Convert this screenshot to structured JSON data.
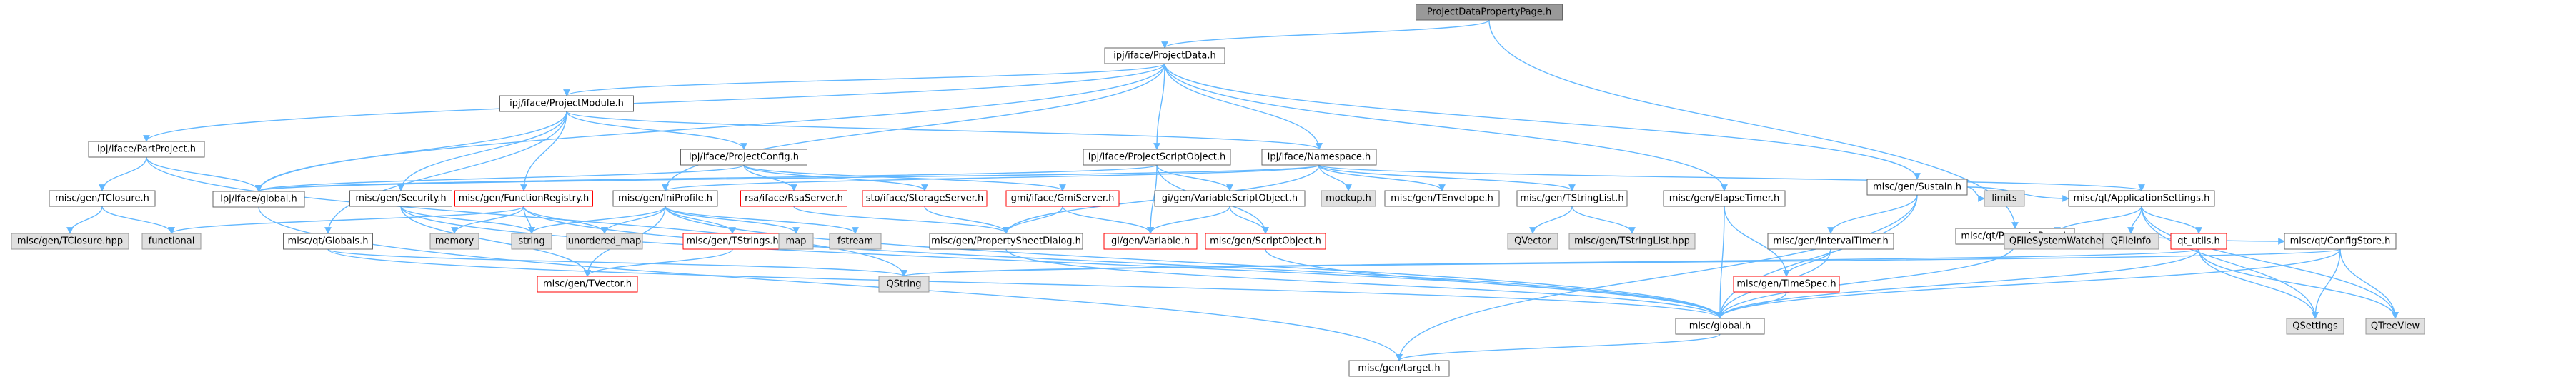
{
  "colors": {
    "root_fill": "#999999",
    "root_border": "#666666",
    "normal_fill": "#ffffff",
    "normal_border": "#666666",
    "normal_text": "#000000",
    "external_fill": "#e0e0e0",
    "external_border": "#999999",
    "truncated_border": "#ff0000",
    "edge": "#63b8ff"
  },
  "nodes": [
    {
      "id": "n_root",
      "label": "ProjectDataPropertyPage.h",
      "kind": "root"
    },
    {
      "id": "n_projectdata",
      "label": "ipj/iface/ProjectData.h",
      "kind": "normal"
    },
    {
      "id": "n_partproject",
      "label": "ipj/iface/PartProject.h",
      "kind": "normal"
    },
    {
      "id": "n_projectmodule",
      "label": "ipj/iface/ProjectModule.h",
      "kind": "normal"
    },
    {
      "id": "n_sustain",
      "label": "misc/gen/Sustain.h",
      "kind": "normal"
    },
    {
      "id": "n_qtproppage",
      "label": "misc/qt/PropertyPage.h",
      "kind": "normal"
    },
    {
      "id": "n_tclosure",
      "label": "misc/gen/TClosure.h",
      "kind": "normal"
    },
    {
      "id": "n_global_ipj",
      "label": "ipj/iface/global.h",
      "kind": "normal"
    },
    {
      "id": "n_security",
      "label": "misc/gen/Security.h",
      "kind": "normal"
    },
    {
      "id": "n_funcreg",
      "label": "misc/gen/FunctionRegistry.h",
      "kind": "truncated"
    },
    {
      "id": "n_projconfig",
      "label": "ipj/iface/ProjectConfig.h",
      "kind": "normal"
    },
    {
      "id": "n_projscript",
      "label": "ipj/iface/ProjectScriptObject.h",
      "kind": "normal"
    },
    {
      "id": "n_namespace",
      "label": "ipj/iface/Namespace.h",
      "kind": "normal"
    },
    {
      "id": "n_tclosurehpp",
      "label": "misc/gen/TClosure.hpp",
      "kind": "external"
    },
    {
      "id": "n_functional",
      "label": "functional",
      "kind": "external"
    },
    {
      "id": "n_qtglobals",
      "label": "misc/qt/Globals.h",
      "kind": "normal"
    },
    {
      "id": "n_memory",
      "label": "memory",
      "kind": "external"
    },
    {
      "id": "n_string",
      "label": "string",
      "kind": "external"
    },
    {
      "id": "n_unordered",
      "label": "unordered_map",
      "kind": "external"
    },
    {
      "id": "n_iniprofile",
      "label": "misc/gen/IniProfile.h",
      "kind": "normal"
    },
    {
      "id": "n_rsaserver",
      "label": "rsa/iface/RsaServer.h",
      "kind": "truncated"
    },
    {
      "id": "n_stoserver",
      "label": "sto/iface/StorageServer.h",
      "kind": "truncated"
    },
    {
      "id": "n_gmiserver",
      "label": "gmi/iface/GmiServer.h",
      "kind": "truncated"
    },
    {
      "id": "n_varscript",
      "label": "gi/gen/VariableScriptObject.h",
      "kind": "normal"
    },
    {
      "id": "n_mockup",
      "label": "mockup.h",
      "kind": "external"
    },
    {
      "id": "n_tenvelope",
      "label": "misc/gen/TEnvelope.h",
      "kind": "normal"
    },
    {
      "id": "n_tstringlist",
      "label": "misc/gen/TStringList.h",
      "kind": "normal"
    },
    {
      "id": "n_elapsetimer",
      "label": "misc/gen/ElapseTimer.h",
      "kind": "normal"
    },
    {
      "id": "n_intervaltimer",
      "label": "misc/gen/IntervalTimer.h",
      "kind": "normal"
    },
    {
      "id": "n_limits",
      "label": "limits",
      "kind": "external"
    },
    {
      "id": "n_appsettings",
      "label": "misc/qt/ApplicationSettings.h",
      "kind": "normal"
    },
    {
      "id": "n_tstrings",
      "label": "misc/gen/TStrings.h",
      "kind": "truncated"
    },
    {
      "id": "n_map",
      "label": "map",
      "kind": "external"
    },
    {
      "id": "n_fstream",
      "label": "fstream",
      "kind": "external"
    },
    {
      "id": "n_propsheet",
      "label": "misc/gen/PropertySheetDialog.h",
      "kind": "normal"
    },
    {
      "id": "n_givariable",
      "label": "gi/gen/Variable.h",
      "kind": "truncated"
    },
    {
      "id": "n_scriptobject",
      "label": "misc/gen/ScriptObject.h",
      "kind": "truncated"
    },
    {
      "id": "n_qvector",
      "label": "QVector",
      "kind": "external"
    },
    {
      "id": "n_tstringlisthpp",
      "label": "misc/gen/TStringList.hpp",
      "kind": "external"
    },
    {
      "id": "n_timespec",
      "label": "misc/gen/TimeSpec.h",
      "kind": "truncated"
    },
    {
      "id": "n_qfswatcher",
      "label": "QFileSystemWatcher",
      "kind": "external"
    },
    {
      "id": "n_qfileinfo",
      "label": "QFileInfo",
      "kind": "external"
    },
    {
      "id": "n_qtutils",
      "label": "qt_utils.h",
      "kind": "truncated"
    },
    {
      "id": "n_configstore",
      "label": "misc/qt/ConfigStore.h",
      "kind": "normal"
    },
    {
      "id": "n_tvector",
      "label": "misc/gen/TVector.h",
      "kind": "truncated"
    },
    {
      "id": "n_qstring",
      "label": "QString",
      "kind": "external"
    },
    {
      "id": "n_miscglobal",
      "label": "misc/global.h",
      "kind": "normal"
    },
    {
      "id": "n_qsettings",
      "label": "QSettings",
      "kind": "external"
    },
    {
      "id": "n_qtreeview",
      "label": "QTreeView",
      "kind": "external"
    },
    {
      "id": "n_target",
      "label": "misc/gen/target.h",
      "kind": "normal"
    }
  ],
  "edges": [
    [
      "n_root",
      "n_projectdata"
    ],
    [
      "n_root",
      "n_qtproppage"
    ],
    [
      "n_projectdata",
      "n_partproject"
    ],
    [
      "n_projectdata",
      "n_projectmodule"
    ],
    [
      "n_projectdata",
      "n_global_ipj"
    ],
    [
      "n_projectdata",
      "n_projscript"
    ],
    [
      "n_projectdata",
      "n_namespace"
    ],
    [
      "n_projectdata",
      "n_sustain"
    ],
    [
      "n_projectdata",
      "n_iniprofile"
    ],
    [
      "n_projectdata",
      "n_elapsetimer"
    ],
    [
      "n_partproject",
      "n_tclosure"
    ],
    [
      "n_partproject",
      "n_global_ipj"
    ],
    [
      "n_partproject",
      "n_qstring"
    ],
    [
      "n_tclosure",
      "n_tclosurehpp"
    ],
    [
      "n_tclosure",
      "n_functional"
    ],
    [
      "n_projectmodule",
      "n_global_ipj"
    ],
    [
      "n_projectmodule",
      "n_security"
    ],
    [
      "n_projectmodule",
      "n_funcreg"
    ],
    [
      "n_projectmodule",
      "n_projconfig"
    ],
    [
      "n_projectmodule",
      "n_namespace"
    ],
    [
      "n_projectmodule",
      "n_qtglobals"
    ],
    [
      "n_global_ipj",
      "n_target"
    ],
    [
      "n_security",
      "n_string"
    ],
    [
      "n_security",
      "n_miscglobal"
    ],
    [
      "n_security",
      "n_tvector"
    ],
    [
      "n_funcreg",
      "n_functional"
    ],
    [
      "n_funcreg",
      "n_memory"
    ],
    [
      "n_funcreg",
      "n_string"
    ],
    [
      "n_funcreg",
      "n_unordered"
    ],
    [
      "n_funcreg",
      "n_miscglobal"
    ],
    [
      "n_projconfig",
      "n_global_ipj"
    ],
    [
      "n_projconfig",
      "n_rsaserver"
    ],
    [
      "n_projconfig",
      "n_stoserver"
    ],
    [
      "n_projconfig",
      "n_gmiserver"
    ],
    [
      "n_qtglobals",
      "n_qstring"
    ],
    [
      "n_qtglobals",
      "n_miscglobal"
    ],
    [
      "n_projscript",
      "n_global_ipj"
    ],
    [
      "n_projscript",
      "n_varscript"
    ],
    [
      "n_projscript",
      "n_scriptobject"
    ],
    [
      "n_projscript",
      "n_givariable"
    ],
    [
      "n_namespace",
      "n_global_ipj"
    ],
    [
      "n_namespace",
      "n_iniprofile"
    ],
    [
      "n_namespace",
      "n_mockup"
    ],
    [
      "n_namespace",
      "n_tenvelope"
    ],
    [
      "n_namespace",
      "n_tstringlist"
    ],
    [
      "n_namespace",
      "n_propsheet"
    ],
    [
      "n_namespace",
      "n_appsettings"
    ],
    [
      "n_iniprofile",
      "n_string"
    ],
    [
      "n_iniprofile",
      "n_unordered"
    ],
    [
      "n_iniprofile",
      "n_tstrings"
    ],
    [
      "n_iniprofile",
      "n_map"
    ],
    [
      "n_iniprofile",
      "n_fstream"
    ],
    [
      "n_iniprofile",
      "n_tvector"
    ],
    [
      "n_iniprofile",
      "n_miscglobal"
    ],
    [
      "n_tstrings",
      "n_tvector"
    ],
    [
      "n_rsaserver",
      "n_propsheet"
    ],
    [
      "n_stoserver",
      "n_propsheet"
    ],
    [
      "n_gmiserver",
      "n_propsheet"
    ],
    [
      "n_gmiserver",
      "n_givariable"
    ],
    [
      "n_varscript",
      "n_givariable"
    ],
    [
      "n_varscript",
      "n_scriptobject"
    ],
    [
      "n_scriptobject",
      "n_miscglobal"
    ],
    [
      "n_propsheet",
      "n_miscglobal"
    ],
    [
      "n_tstringlist",
      "n_qvector"
    ],
    [
      "n_tstringlist",
      "n_tstringlisthpp"
    ],
    [
      "n_sustain",
      "n_intervaltimer"
    ],
    [
      "n_sustain",
      "n_limits"
    ],
    [
      "n_sustain",
      "n_miscglobal"
    ],
    [
      "n_sustain",
      "n_target"
    ],
    [
      "n_sustain",
      "n_appsettings"
    ],
    [
      "n_elapsetimer",
      "n_timespec"
    ],
    [
      "n_elapsetimer",
      "n_miscglobal"
    ],
    [
      "n_intervaltimer",
      "n_timespec"
    ],
    [
      "n_intervaltimer",
      "n_miscglobal"
    ],
    [
      "n_timespec",
      "n_miscglobal"
    ],
    [
      "n_appsettings",
      "n_qfswatcher"
    ],
    [
      "n_appsettings",
      "n_qfileinfo"
    ],
    [
      "n_appsettings",
      "n_qtutils"
    ],
    [
      "n_appsettings",
      "n_qsettings"
    ],
    [
      "n_appsettings",
      "n_qtreeview"
    ],
    [
      "n_qtutils",
      "n_qstring"
    ],
    [
      "n_qtutils",
      "n_miscglobal"
    ],
    [
      "n_qtutils",
      "n_qsettings"
    ],
    [
      "n_qtutils",
      "n_qtreeview"
    ],
    [
      "n_qtproppage",
      "n_configstore"
    ],
    [
      "n_qtproppage",
      "n_miscglobal"
    ],
    [
      "n_configstore",
      "n_miscglobal"
    ],
    [
      "n_configstore",
      "n_qsettings"
    ],
    [
      "n_configstore",
      "n_qtreeview"
    ],
    [
      "n_configstore",
      "n_qstring"
    ],
    [
      "n_miscglobal",
      "n_target"
    ]
  ]
}
